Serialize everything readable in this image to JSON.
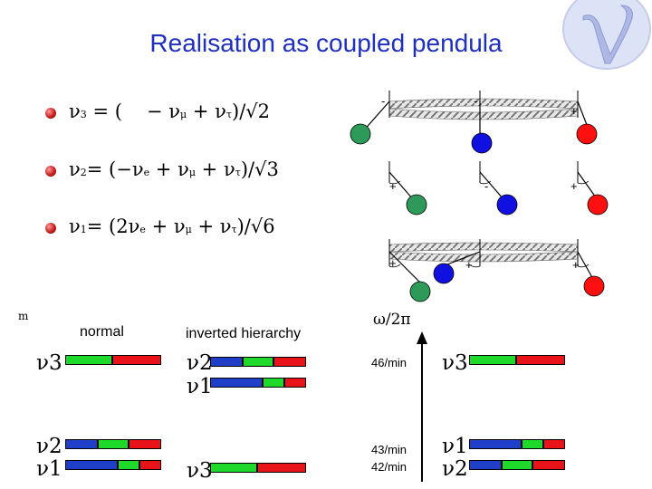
{
  "title": "Realisation as coupled pendula",
  "equations": {
    "nu3": {
      "lhs": "ν",
      "lhs_sub": "3",
      "rhs": "= (",
      "rest": "− ν",
      "rest_sub": "μ",
      "rest2": " + ν",
      "rest2_sub": "τ",
      "tail": ")/√2"
    },
    "nu2": {
      "lhs": "ν",
      "lhs_sub": "2",
      "rhs": "= (−ν",
      "rhs_sub": "e",
      "rest": " + ν",
      "rest_sub": "μ",
      "rest2": " + ν",
      "rest2_sub": "τ",
      "tail": ")/√3"
    },
    "nu1": {
      "lhs": "ν",
      "lhs_sub": "1",
      "rhs": "= (2ν",
      "rhs_sub": "e",
      "rest": " + ν",
      "rest_sub": "μ",
      "rest2": " + ν",
      "rest2_sub": "τ",
      "tail": ")/√6"
    }
  },
  "pendula_signs": {
    "row1": [
      "-",
      "-",
      "+"
    ],
    "row2": [
      "+",
      "-",
      "+"
    ],
    "row3": [
      "+",
      "+",
      "+"
    ]
  },
  "diagram": {
    "m_label": "m",
    "normal_label": "normal",
    "inverted_label": "inverted hierarchy",
    "omega_label": "ω/2π",
    "normal_nu3": "ν3",
    "normal_nu2": "ν2",
    "normal_nu1": "ν1",
    "inv_nu2": "ν2",
    "inv_nu1": "ν1",
    "inv_nu3": "ν3",
    "rate1": "46/min",
    "rate2": "43/min",
    "rate3": "42/min",
    "freq_nu3": "ν3",
    "freq_nu1": "ν1",
    "freq_nu2": "ν2"
  },
  "colors": {
    "nu_e": "#1fd92a",
    "nu_mu": "#1f3fc8",
    "nu_tau": "#e8141a",
    "title": "#1f2fbf",
    "pendulum_left": "#2e9a5a"
  }
}
